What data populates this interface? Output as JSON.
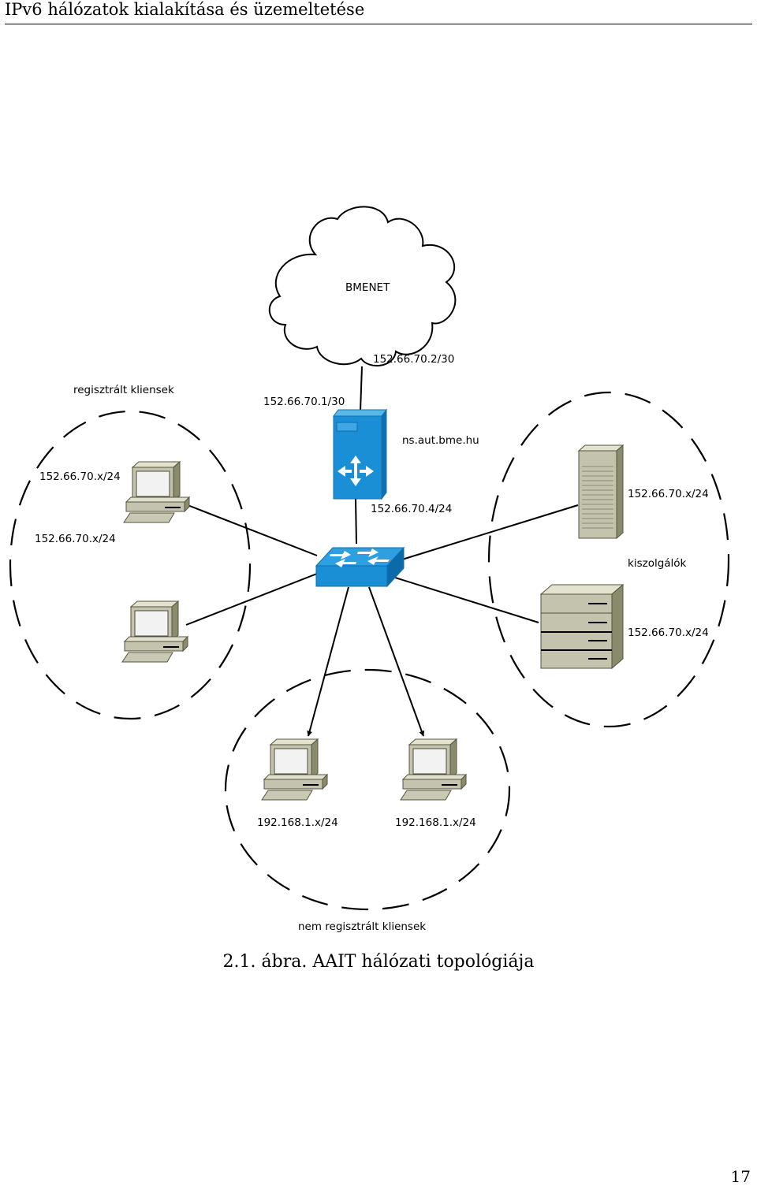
{
  "header": {
    "title": "IPv6 hálózatok kialakítása és üzemeltetése"
  },
  "diagram": {
    "cloud_label": "BMENET",
    "uplink_remote": "152.66.70.2/30",
    "uplink_local": "152.66.70.1/30",
    "router_name": "ns.aut.bme.hu",
    "router_lan": "152.66.70.4/24",
    "registered_group": "regisztrált kliensek",
    "client_ip_1": "152.66.70.x/24",
    "client_ip_2": "152.66.70.x/24",
    "server_group": "kiszolgálók",
    "server_ip_1": "152.66.70.x/24",
    "server_ip_2": "152.66.70.x/24",
    "unreg_ip_1": "192.168.1.x/24",
    "unreg_ip_2": "192.168.1.x/24",
    "unregistered_group": "nem regisztrált kliensek"
  },
  "caption": "2.1. ábra. AAIT hálózati topológiája",
  "page_number": "17"
}
